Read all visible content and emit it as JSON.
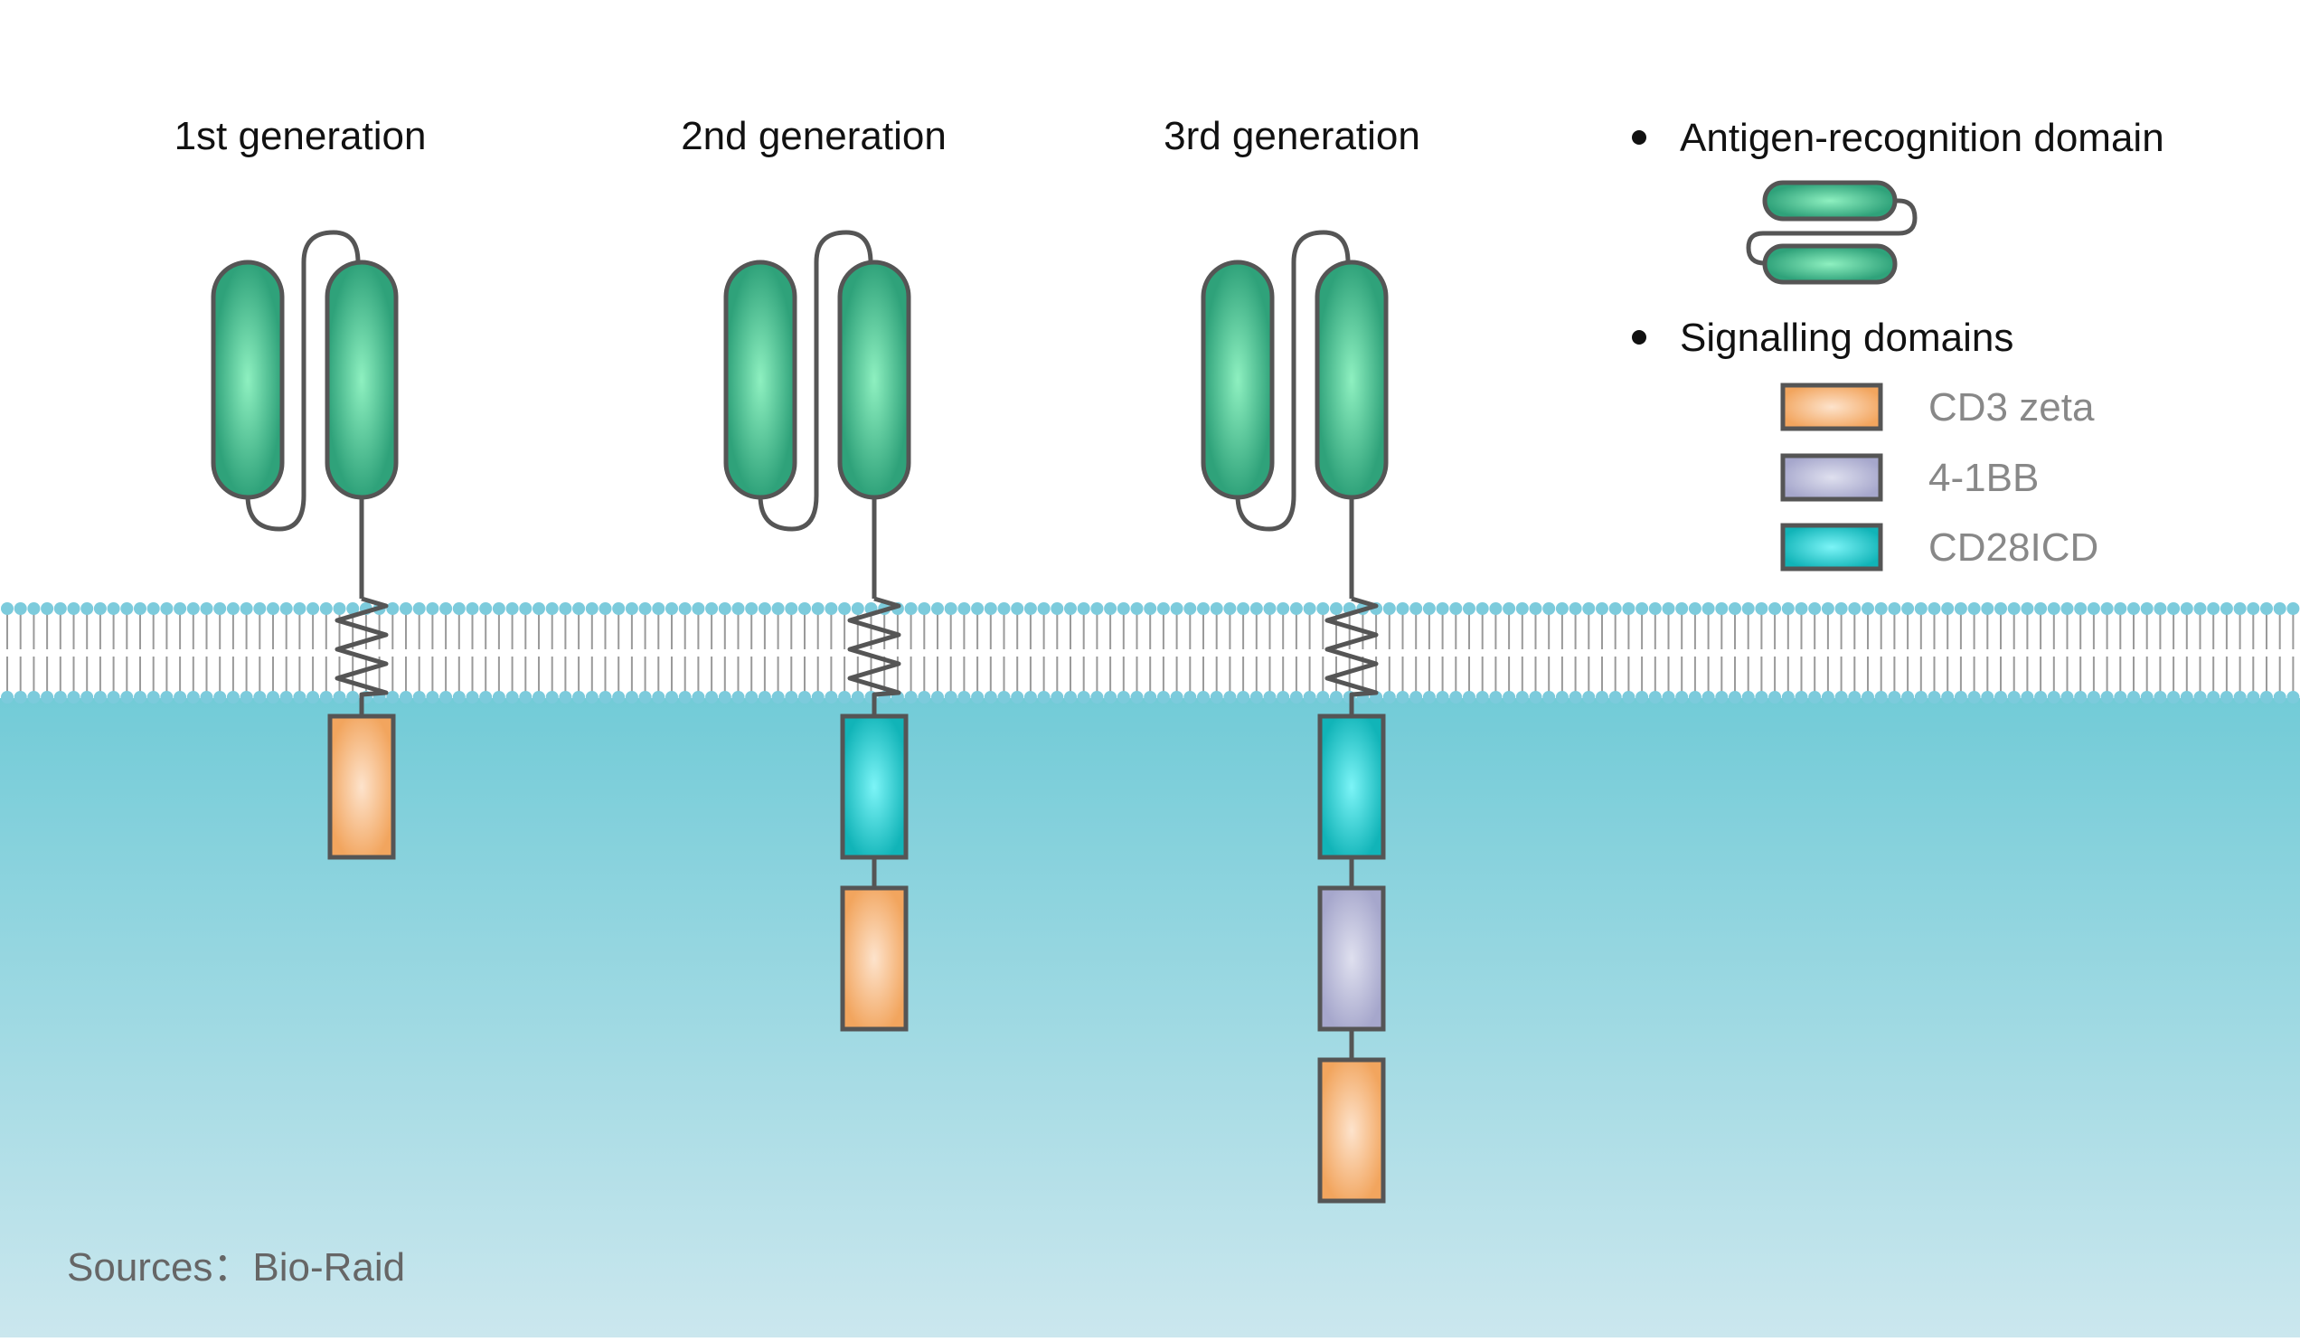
{
  "generations": [
    {
      "title": "1st generation",
      "domains": [
        "cd3zeta"
      ]
    },
    {
      "title": "2nd generation",
      "domains": [
        "cd28icd",
        "cd3zeta"
      ]
    },
    {
      "title": "3rd generation",
      "domains": [
        "cd28icd",
        "4-1bb",
        "cd3zeta"
      ]
    }
  ],
  "legend": {
    "antigen_heading": "Antigen-recognition domain",
    "signalling_heading": "Signalling domains",
    "items": [
      {
        "key": "cd3zeta",
        "label": "CD3 zeta"
      },
      {
        "key": "4-1bb",
        "label": "4-1BB"
      },
      {
        "key": "cd28icd",
        "label": "CD28ICD"
      }
    ]
  },
  "colors": {
    "cd3zeta": {
      "center": "#fde3cc",
      "edge": "#f2a55e"
    },
    "4-1bb": {
      "center": "#dfe0ef",
      "edge": "#a6a7cc"
    },
    "cd28icd": {
      "center": "#7cf4f7",
      "edge": "#11b4b8"
    },
    "antigen": {
      "center": "#8ef0c0",
      "edge": "#2fa27a"
    },
    "outline": "#555555",
    "membrane_head": "#7ccbdc",
    "cytoplasm_top": "#72cbd7",
    "cytoplasm_bottom": "#cbe7ee",
    "caption": "#666666"
  },
  "source": "Sources：Bio-Raid"
}
